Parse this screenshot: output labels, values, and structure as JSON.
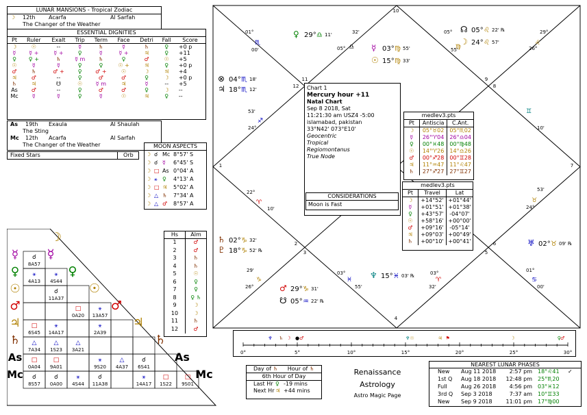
{
  "lunar_mansions": {
    "title": "LUNAR MANSIONS - Tropical Zodiac",
    "rows": [
      {
        "glyph": "☽",
        "num": "12th",
        "name": "Acarfa",
        "arabic": "Al Sarfah",
        "desc": "The Changer of the Weather"
      },
      {
        "glyph": "As",
        "num": "19th",
        "name": "Exaula",
        "arabic": "Al Shaulah",
        "desc": "The Sting"
      },
      {
        "glyph": "Mc",
        "num": "12th",
        "name": "Acarfa",
        "arabic": "Al Sarfah",
        "desc": "The Changer of the Weather"
      }
    ]
  },
  "essential_dignities": {
    "title": "ESSENTIAL DIGNITIES",
    "headers": [
      "Pt",
      "Ruler",
      "Exalt",
      "Trip",
      "Term",
      "Face",
      "Detri",
      "Fall",
      "Score"
    ],
    "rows": [
      {
        "pt": "☽",
        "cells": [
          "☉",
          "--",
          "☿",
          "♄",
          "☿",
          "♄",
          "♀"
        ],
        "score": "+0 p"
      },
      {
        "pt": "☿",
        "cells": [
          "☿ +",
          "☿ +",
          "♀",
          "☿",
          "☿ +",
          "♃",
          "♀"
        ],
        "score": "+11"
      },
      {
        "pt": "♀",
        "cells": [
          "♀ +",
          "♄",
          "☿ m",
          "♄",
          "♀",
          "♂",
          "☉"
        ],
        "score": "+5"
      },
      {
        "pt": "☉",
        "cells": [
          "☿",
          "☿",
          "♀",
          "♀",
          "☉ +",
          "♃",
          "♀"
        ],
        "score": "+0 p"
      },
      {
        "pt": "♂",
        "cells": [
          "♄",
          "♂ +",
          "♀",
          "♂ +",
          "☉",
          "☽",
          "♃"
        ],
        "score": "+4"
      },
      {
        "pt": "♃",
        "cells": [
          "♂",
          "--",
          "♀",
          "♂",
          "♂",
          "♀",
          "☽"
        ],
        "score": "+0 p"
      },
      {
        "pt": "♄",
        "cells": [
          "♃",
          "☋",
          "☉",
          "☿ m",
          "♃",
          "☿",
          "--"
        ],
        "score": "+5"
      },
      {
        "pt": "As",
        "cells": [
          "♂",
          "--",
          "♀",
          "♂",
          "♂",
          "♀",
          "☽"
        ],
        "score": "--"
      },
      {
        "pt": "Mc",
        "cells": [
          "☿",
          "☿",
          "♀",
          "☿",
          "☉",
          "♃",
          "♀"
        ],
        "score": "--"
      }
    ]
  },
  "fixed_stars": {
    "label": "Fixed Stars",
    "orb": "Orb"
  },
  "moon_aspects": {
    "title": "MOON ASPECTS",
    "rows": [
      {
        "g": "☽",
        "asp": "☌",
        "pt": "Mc",
        "deg": "8°57' S"
      },
      {
        "g": "☽",
        "asp": "☌",
        "pt": "☿",
        "deg": "6°45' S"
      },
      {
        "g": "☽",
        "asp": "□",
        "pt": "As",
        "deg": "0°04' A"
      },
      {
        "g": "☽",
        "asp": "⚹",
        "pt": "♀",
        "deg": "4°13' A"
      },
      {
        "g": "☽",
        "asp": "□",
        "pt": "♃",
        "deg": "5°02' A"
      },
      {
        "g": "☽",
        "asp": "△",
        "pt": "♄",
        "deg": "7°34' A"
      },
      {
        "g": "☽",
        "asp": "△",
        "pt": "♂",
        "deg": "8°57' A"
      }
    ]
  },
  "almuten": {
    "headers": [
      "Hs",
      "Alm"
    ],
    "rows": [
      {
        "h": "1",
        "a": "♂"
      },
      {
        "h": "2",
        "a": "♂"
      },
      {
        "h": "3",
        "a": "♄"
      },
      {
        "h": "4",
        "a": "♄"
      },
      {
        "h": "5",
        "a": "☉"
      },
      {
        "h": "6",
        "a": "♀"
      },
      {
        "h": "7",
        "a": "♀"
      },
      {
        "h": "8",
        "a": "♀ ♄"
      },
      {
        "h": "9",
        "a": "☽"
      },
      {
        "h": "10",
        "a": "☽"
      },
      {
        "h": "11",
        "a": "♄"
      },
      {
        "h": "12",
        "a": "♂"
      }
    ]
  },
  "aspect_grid": {
    "planets": [
      "☽",
      "☿",
      "♀",
      "☉",
      "♂",
      "♃",
      "♄",
      "As",
      "Mc"
    ],
    "cells": [
      [],
      [
        {
          "s": "☌",
          "t": "8A57"
        }
      ],
      [
        {
          "s": "⚹",
          "t": "4A13"
        },
        {
          "s": "⚹",
          "t": "4S44"
        }
      ],
      [
        {
          "s": "",
          "t": ""
        },
        {
          "s": "☌",
          "t": "11A37"
        },
        {
          "s": "",
          "t": ""
        }
      ],
      [
        {
          "s": "",
          "t": ""
        },
        {
          "s": "",
          "t": ""
        },
        {
          "s": "□",
          "t": "0A20"
        },
        {
          "s": "⚹",
          "t": "13A57"
        }
      ],
      [
        {
          "s": "□",
          "t": "6S45"
        },
        {
          "s": "⚹",
          "t": "14A17"
        },
        {
          "s": "",
          "t": ""
        },
        {
          "s": "⚹",
          "t": "2A39"
        },
        {
          "s": "",
          "t": ""
        }
      ],
      [
        {
          "s": "△",
          "t": "7A34"
        },
        {
          "s": "△",
          "t": "1S23"
        },
        {
          "s": "△",
          "t": "3A21"
        },
        {
          "s": "",
          "t": ""
        },
        {
          "s": "",
          "t": ""
        },
        {
          "s": "",
          "t": ""
        }
      ],
      [
        {
          "s": "□",
          "t": "0A04"
        },
        {
          "s": "□",
          "t": "9A01"
        },
        {
          "s": "",
          "t": ""
        },
        {
          "s": "⚹",
          "t": "9S20"
        },
        {
          "s": "△",
          "t": "4A37"
        },
        {
          "s": "☌",
          "t": "6S41"
        },
        {
          "s": "",
          "t": ""
        }
      ],
      [
        {
          "s": "☌",
          "t": "8S57"
        },
        {
          "s": "☌",
          "t": "0A00"
        },
        {
          "s": "⚹",
          "t": "4S44"
        },
        {
          "s": "☌",
          "t": "11A38"
        },
        {
          "s": "",
          "t": ""
        },
        {
          "s": "⚹",
          "t": "14A17"
        },
        {
          "s": "□",
          "t": "1S22"
        },
        {
          "s": "□",
          "t": "9S01"
        }
      ]
    ]
  },
  "chart": {
    "name": "Chart 1",
    "title": "Mercury hour +11",
    "subtitle": "Natal Chart",
    "date": "Sep 8 2018, Sat",
    "time": "11:21:30 am  USZ4 -5:00",
    "place": "islamabad, pakistan",
    "coords": "33°N42' 073°E10'",
    "options": [
      "Geocentric",
      "Tropical",
      "Regiomontanus",
      "True Node"
    ],
    "considerations_title": "CONSIDERATIONS",
    "considerations": "Moon is Fast",
    "house_numbers": [
      "1",
      "2",
      "3",
      "4",
      "5",
      "6",
      "7",
      "8",
      "9",
      "10",
      "11",
      "12"
    ],
    "cusps": [
      {
        "deg": "22°",
        "sign": "♈",
        "min": "10'"
      },
      {
        "deg": "22°",
        "sign": "♉",
        "min": "53'"
      },
      {
        "deg": "24°",
        "sign": "♊",
        "min": "10'"
      },
      {
        "deg": "26°",
        "sign": "♋",
        "min": "00'"
      },
      {
        "deg": "26°",
        "sign": "♌",
        "min": "29'"
      },
      {
        "deg": "01°",
        "sign": "♍",
        "min": "00'"
      },
      {
        "deg": "05°",
        "sign": "♎",
        "min": "32'"
      },
      {
        "deg": "01°",
        "sign": "♏",
        "min": "00'"
      },
      {
        "deg": "24°",
        "sign": "♐",
        "min": "53'"
      }
    ],
    "planets": [
      {
        "g": "♀",
        "deg": "29°",
        "sign": "♎",
        "min": "11'"
      },
      {
        "g": "☿",
        "deg": "03°",
        "sign": "♍",
        "min": "55'"
      },
      {
        "g": "☉",
        "deg": "15°",
        "sign": "♍",
        "min": "33'"
      },
      {
        "g": "☊",
        "deg": "05°",
        "sign": "♌",
        "min": "22' ℞"
      },
      {
        "g": "☽",
        "deg": "24°",
        "sign": "♌",
        "min": "57'"
      },
      {
        "g": "⊗",
        "deg": "04°",
        "sign": "♏",
        "min": "18'"
      },
      {
        "g": "♃",
        "deg": "18°",
        "sign": "♏",
        "min": "12'"
      },
      {
        "g": "♄",
        "deg": "02°",
        "sign": "♑",
        "min": "32'"
      },
      {
        "g": "♇",
        "deg": "18°",
        "sign": "♑",
        "min": "52' ℞"
      },
      {
        "g": "♂",
        "deg": "29°",
        "sign": "♑",
        "min": "31'"
      },
      {
        "g": "☋",
        "deg": "05°",
        "sign": "♒",
        "min": "22' ℞"
      },
      {
        "g": "♆",
        "deg": "15°",
        "sign": "♓",
        "min": "03' ℞"
      },
      {
        "g": "♅",
        "deg": "02°",
        "sign": "♉",
        "min": "09' ℞"
      }
    ]
  },
  "antiscia": {
    "title": "medlev3.pts",
    "headers": [
      "Pt",
      "Antiscia",
      "C.Ant."
    ],
    "rows": [
      {
        "g": "☽",
        "a": "05°♉02",
        "c": "05°♏02"
      },
      {
        "g": "☿",
        "a": "26°♈04",
        "c": "26°♎04"
      },
      {
        "g": "♀",
        "a": "00°♓48",
        "c": "00°♍48"
      },
      {
        "g": "☉",
        "a": "14°♈26",
        "c": "14°♎26"
      },
      {
        "g": "♂",
        "a": "00°♐28",
        "c": "00°♊28"
      },
      {
        "g": "♃",
        "a": "11°♒47",
        "c": "11°♌47"
      },
      {
        "g": "♄",
        "a": "27°♐27",
        "c": "27°♊27"
      }
    ]
  },
  "travel": {
    "title": "medlev3.pts",
    "headers": [
      "Pt",
      "Travel",
      "Lat"
    ],
    "rows": [
      {
        "g": "☽",
        "t": "+14°52'",
        "l": "+01°44'"
      },
      {
        "g": "☿",
        "t": "+01°51'",
        "l": "+01°38'"
      },
      {
        "g": "♀",
        "t": "+43°57'",
        "l": "-04°07'"
      },
      {
        "g": "☉",
        "t": "+58°16'",
        "l": "+00°00'"
      },
      {
        "g": "♂",
        "t": "+09°16'",
        "l": "-05°14'"
      },
      {
        "g": "♃",
        "t": "+09°03'",
        "l": "+00°49'"
      },
      {
        "g": "♄",
        "t": "+00°10'",
        "l": "+00°41'"
      }
    ]
  },
  "ruler_scale": {
    "ticks": [
      "0°",
      "5°",
      "10°",
      "15°",
      "20°",
      "25°",
      "30°"
    ]
  },
  "day_hour": {
    "day_label": "Day of",
    "hour_label": "Hour of",
    "hour_line": "6th Hour of Day",
    "last_label": "Last Hr",
    "last_val": "-19 mins",
    "next_label": "Next Hr",
    "next_val": "+44 mins"
  },
  "branding": {
    "line1": "Renaissance",
    "line2": "Astrology",
    "line3": "Astro Magic Page"
  },
  "lunar_phases": {
    "title": "NEAREST LUNAR PHASES",
    "rows": [
      {
        "phase": "New",
        "date": "Aug 11 2018",
        "time": "2:57 pm",
        "pos": "18°♌41",
        "mark": "✓"
      },
      {
        "phase": "1st Q",
        "date": "Aug 18 2018",
        "time": "12:48 pm",
        "pos": "25°♏20",
        "mark": ""
      },
      {
        "phase": "Full",
        "date": "Aug 26 2018",
        "time": "4:56 pm",
        "pos": "03°♓12",
        "mark": ""
      },
      {
        "phase": "3rd Q",
        "date": "Sep 3 2018",
        "time": "7:37 am",
        "pos": "10°♊33",
        "mark": ""
      },
      {
        "phase": "New",
        "date": "Sep 9 2018",
        "time": "11:01 pm",
        "pos": "17°♍00",
        "mark": ""
      }
    ]
  },
  "colors": {
    "red": "#d00000",
    "blue": "#0000c0",
    "green": "#008000",
    "gold": "#b08000",
    "magenta": "#a000a0"
  }
}
